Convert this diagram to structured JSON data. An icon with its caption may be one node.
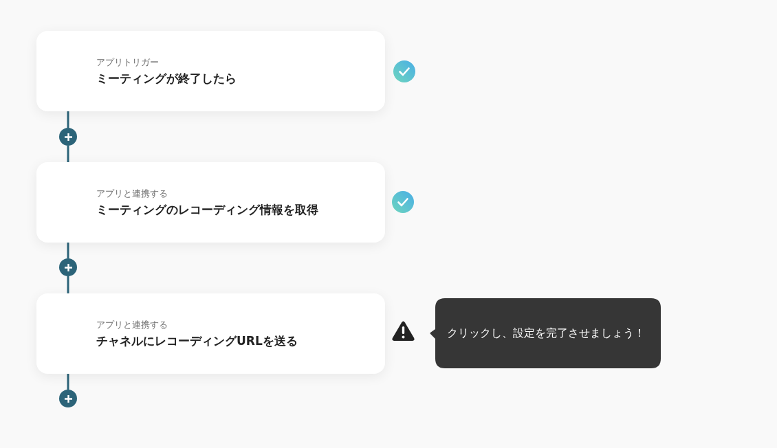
{
  "diagram": {
    "nodes": [
      {
        "text": [
          "アプリトリガー",
          "ミーティングが終了したら"
        ]
      },
      {
        "text": [],
        "shape": "circle"
      },
      {
        "text": [
          "アプリと連携する",
          "ミーティングのレコーディング情報を取得"
        ]
      },
      {
        "text": [],
        "shape": "circle"
      },
      {
        "text": [
          "アプリと連携する",
          "チャネルにレコーディングURLを送る"
        ]
      },
      {
        "text": [],
        "shape": "circle"
      },
      {
        "text": [
          "クリックし、設定を完了させましょう！"
        ]
      }
    ],
    "edges": [
      {
        "from": 0,
        "to": 1,
        "arrow": "none"
      },
      {
        "from": 1,
        "to": 2,
        "arrow": "none"
      },
      {
        "from": 2,
        "to": 3,
        "arrow": "none"
      },
      {
        "from": 3,
        "to": 4,
        "arrow": "none"
      },
      {
        "from": 4,
        "to": 5,
        "arrow": "none"
      }
    ]
  }
}
